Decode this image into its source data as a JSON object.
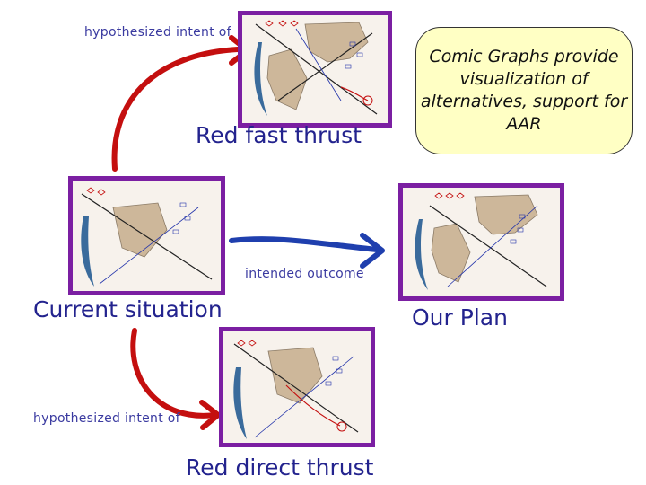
{
  "captions": {
    "red_fast_thrust": "Red fast thrust",
    "current_situation": "Current situation",
    "our_plan": "Our Plan",
    "red_direct_thrust": "Red direct thrust",
    "hypothesized_top": "hypothesized intent of",
    "hypothesized_bottom": "hypothesized intent of",
    "intended_outcome": "intended outcome"
  },
  "note": {
    "text": "Comic Graphs provide visualization of alternatives, support for AAR"
  },
  "colors": {
    "frame": "#7b1fa2",
    "caption": "#23238e",
    "red_arrow": "#c40f0f",
    "blue_arrow": "#1f3fae",
    "note_bg": "#ffffc4"
  }
}
